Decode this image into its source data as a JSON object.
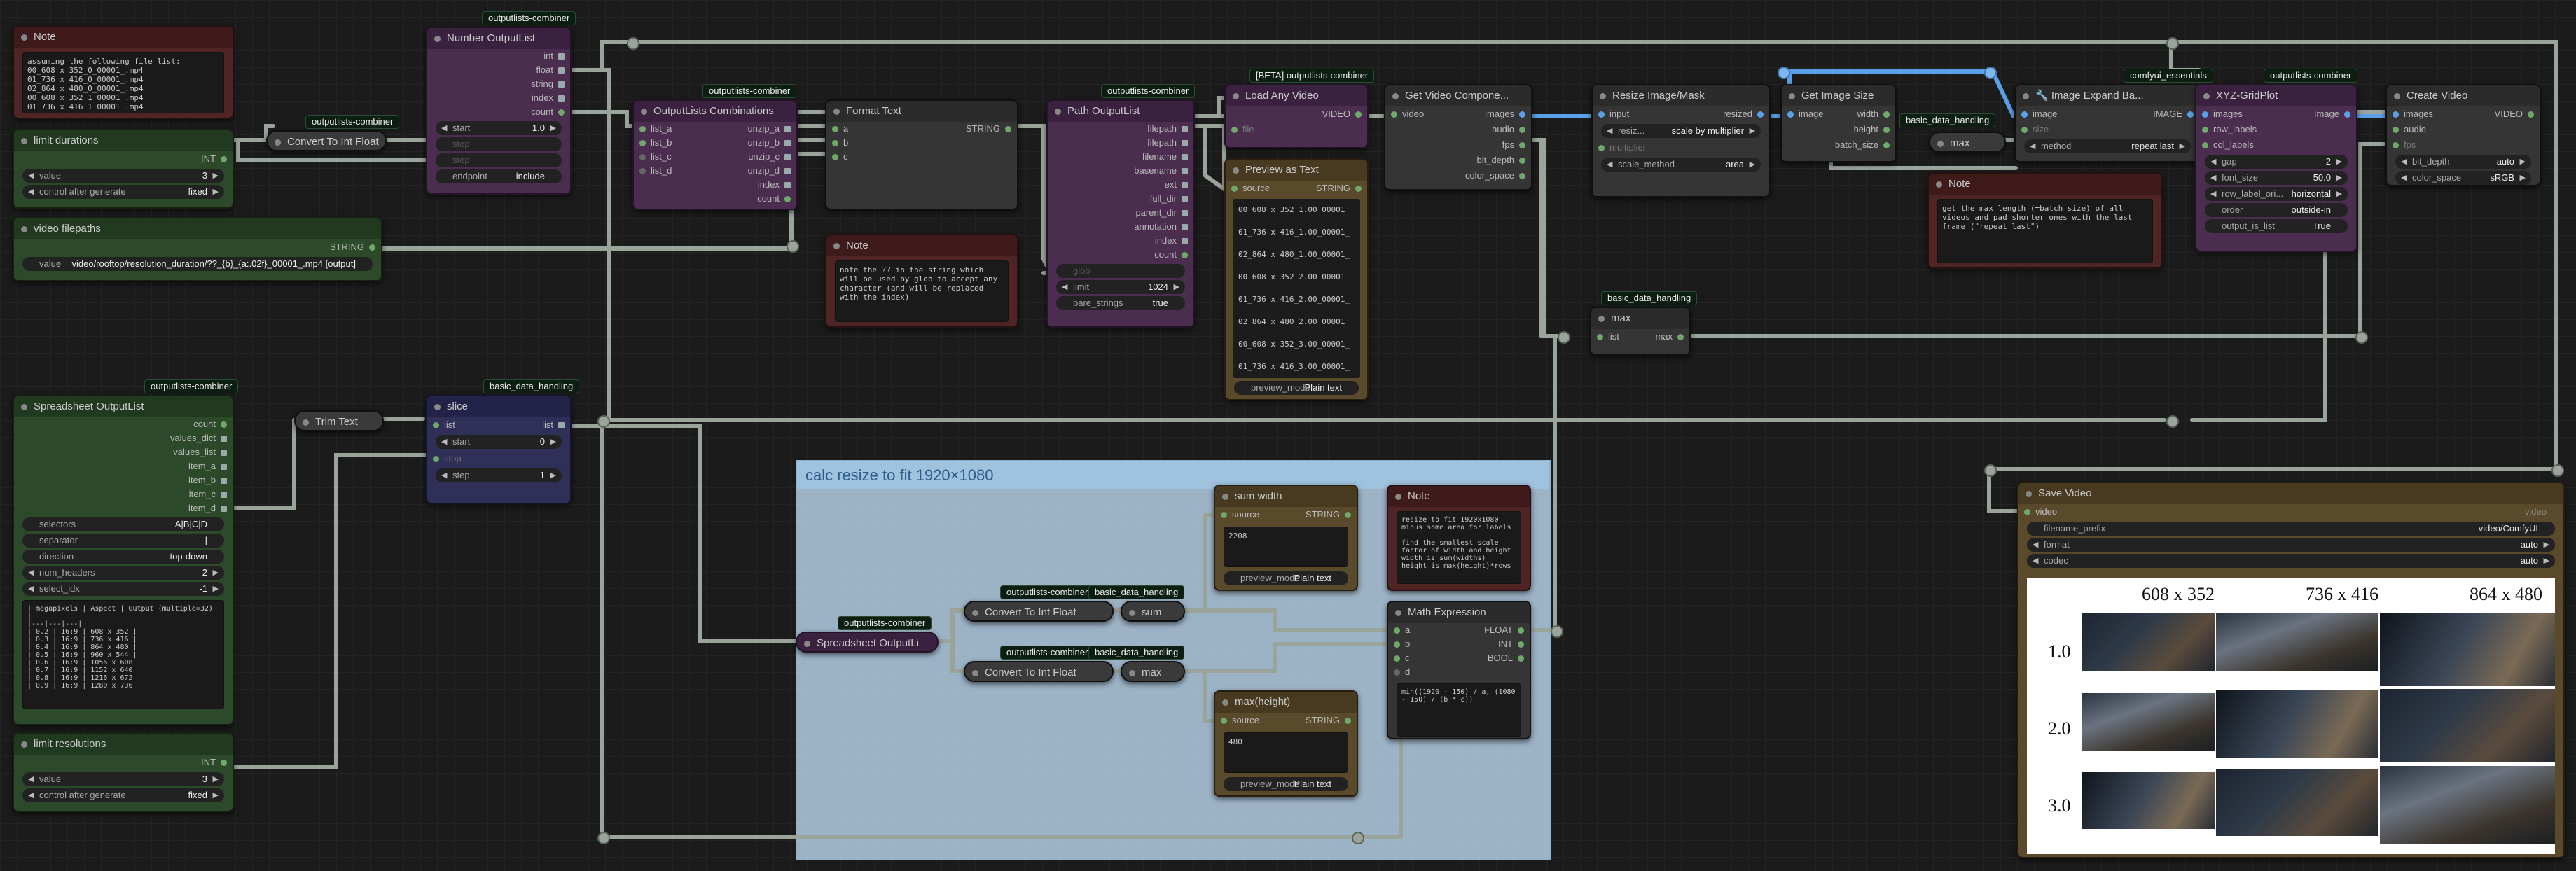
{
  "colors": {
    "wire": "#9aa49a",
    "image_wire": "#5aa0e6",
    "group": "#bad4eb",
    "canvas": "#1b1b1b"
  },
  "note_left": {
    "title": "Note",
    "text": "assuming the following file list:\n00_608 x 352_0_00001_.mp4\n01_736 x 416_0_00001_.mp4\n02_864 x 480_0_00001_.mp4\n00_608 x 352_1_00001_.mp4\n01_736 x 416_1_00001_.mp4"
  },
  "limit_durations": {
    "title": "limit durations",
    "out": "INT",
    "value_label": "value",
    "value": "3",
    "cag_label": "control after generate",
    "cag": "fixed"
  },
  "to_int_float_top": {
    "badge": "outputlists-combiner",
    "title": "Convert To Int Float"
  },
  "number_outputlist": {
    "badge": "outputlists-combiner",
    "title": "Number OutputList",
    "outs": [
      "int",
      "float",
      "string",
      "index",
      "count"
    ],
    "start_label": "start",
    "start": "1.0",
    "stop_label": "stop",
    "step_label": "step",
    "endpoint_label": "endpoint",
    "endpoint": "include"
  },
  "video_filepaths": {
    "title": "video filepaths",
    "out": "STRING",
    "label": "value",
    "value": "video/rooftop/resolution_duration/??_{b}_{a:.02f}_00001_.mp4 [output]"
  },
  "combinations": {
    "badge": "outputlists-combiner",
    "title": "OutputLists Combinations",
    "ins": [
      "list_a",
      "list_b",
      "list_c",
      "list_d"
    ],
    "outs": [
      "unzip_a",
      "unzip_b",
      "unzip_c",
      "unzip_d",
      "index",
      "count"
    ]
  },
  "format_text": {
    "title": "Format Text",
    "ins": [
      "a",
      "b",
      "c"
    ],
    "out": "STRING"
  },
  "note_format": {
    "title": "Note",
    "text": "note the ?? in the string which will be used by glob to accept any character (and will be replaced with the index)"
  },
  "path_outputlist": {
    "badge": "outputlists-combiner",
    "title": "Path OutputList",
    "outs": [
      "filepath",
      "filepath",
      "filename",
      "basename",
      "ext",
      "full_dir",
      "parent_dir",
      "annotation",
      "index",
      "count"
    ],
    "glob_label": "glob",
    "limit_label": "limit",
    "limit": "1024",
    "bare_label": "bare_strings",
    "bare": "true"
  },
  "load_video": {
    "badge": "[BETA] outputlists-combiner",
    "title": "Load Any Video",
    "out": "VIDEO",
    "file_label": "file"
  },
  "preview_text": {
    "title": "Preview as Text",
    "source_label": "source",
    "source_out": "STRING",
    "rows": [
      "00_608 x 352_1.00_00001_",
      "01_736 x 416_1.00_00001_",
      "02_864 x 480_1.00_00001_",
      "00_608 x 352_2.00_00001_",
      "01_736 x 416_2.00_00001_",
      "02_864 x 480_2.00_00001_",
      "00_608 x 352_3.00_00001_",
      "01_736 x 416_3.00_00001_"
    ],
    "mode_label": "preview_mode",
    "mode": "Plain text"
  },
  "get_video": {
    "title": "Get Video Compone...",
    "in": "video",
    "outs": [
      "images",
      "audio",
      "fps",
      "bit_depth",
      "color_space"
    ]
  },
  "resize_image": {
    "title": "Resize Image/Mask",
    "in": "input",
    "out": "resized",
    "resize_label": "resiz...",
    "resize": "scale by multiplier",
    "mult_label": "multiplier",
    "method_label": "scale_method",
    "method": "area"
  },
  "get_image_size": {
    "title": "Get Image Size",
    "in": "image",
    "outs": [
      "width",
      "height",
      "batch_size"
    ]
  },
  "max_top": {
    "badge": "basic_data_handling",
    "title": "max"
  },
  "image_expand": {
    "badge": "comfyui_essentials",
    "title": "🔧 Image Expand Ba...",
    "in": "image",
    "out": "IMAGE",
    "size_label": "size",
    "method_label": "method",
    "method": "repeat last"
  },
  "note_right": {
    "title": "Note",
    "text": "get the max length (=batch size) of all videos and pad shorter ones with the last frame (\"repeat last\")"
  },
  "xyz_grid": {
    "badge": "outputlists-combiner",
    "title": "XYZ-GridPlot",
    "ins": [
      "images",
      "row_labels",
      "col_labels"
    ],
    "out": "Image",
    "gap_label": "gap",
    "gap": "2",
    "font_label": "font_size",
    "font": "50.0",
    "rlo_label": "row_label_ori...",
    "rlo": "horizontal",
    "order_label": "order",
    "order": "outside-in",
    "oil_label": "output_is_list",
    "oil": "True"
  },
  "create_video": {
    "title": "Create Video",
    "ins": [
      "images",
      "audio",
      "fps"
    ],
    "out": "VIDEO",
    "bd_label": "bit_depth",
    "bd": "auto",
    "cs_label": "color_space",
    "cs": "sRGB"
  },
  "max_mid": {
    "badge": "basic_data_handling",
    "title": "max",
    "in": "list",
    "out": "max"
  },
  "spreadsheet": {
    "badge": "outputlists-combiner",
    "title": "Spreadsheet OutputList",
    "outs": [
      "count",
      "values_dict",
      "values_list",
      "item_a",
      "item_b",
      "item_c",
      "item_d"
    ],
    "sel_label": "selectors",
    "sel": "A|B|C|D",
    "sep_label": "separator",
    "sep": "|",
    "dir_label": "direction",
    "dir": "top-down",
    "nh_label": "num_headers",
    "nh": "2",
    "si_label": "select_idx",
    "si": "-1",
    "table": "| megapixels | Aspect | Output (multiple=32) |\n|---|---|---|\n| 0.2 | 16:9 | 608 x 352 |\n| 0.3 | 16:9 | 736 x 416 |\n| 0.4 | 16:9 | 864 x 480 |\n| 0.5 | 16:9 | 960 x 544 |\n| 0.6 | 16:9 | 1056 x 608 |\n| 0.7 | 16:9 | 1152 x 640 |\n| 0.8 | 16:9 | 1216 x 672 |\n| 0.9 | 16:9 | 1280 x 736 |"
  },
  "trim_text": {
    "title": "Trim Text"
  },
  "slice": {
    "badge": "basic_data_handling",
    "title": "slice",
    "in": "list",
    "out": "list",
    "start_label": "start",
    "start": "0",
    "stop_label": "stop",
    "step_label": "step",
    "step": "1"
  },
  "limit_resolutions": {
    "title": "limit resolutions",
    "out": "INT",
    "value_label": "value",
    "value": "3",
    "cag_label": "control after generate",
    "cag": "fixed"
  },
  "group": {
    "title": "calc resize to fit 1920×1080"
  },
  "spreadsheet_small": {
    "badge": "outputlists-combiner",
    "title": "Spreadsheet OutputLi"
  },
  "conv_sum": {
    "badge": "outputlists-combiner",
    "title": "Convert To Int Float"
  },
  "sum": {
    "badge": "basic_data_handling",
    "title": "sum"
  },
  "conv_max": {
    "badge": "outputlists-combiner",
    "title": "Convert To Int Float"
  },
  "max_small": {
    "badge": "basic_data_handling",
    "title": "max"
  },
  "sum_width": {
    "title": "sum width",
    "source_label": "source",
    "source_out": "STRING",
    "value": "2208",
    "mode_label": "preview_mode",
    "mode": "Plain text"
  },
  "max_height": {
    "title": "max(height)",
    "source_label": "source",
    "source_out": "STRING",
    "value": "480",
    "mode_label": "preview_mode",
    "mode": "Plain text"
  },
  "note_group": {
    "title": "Note",
    "text": "resize to fit 1920x1080 minus some area for labels\n\nfind the smallest scale factor of width and height\nwidth is sum(widths)\nheight is max(height)*rows"
  },
  "math_expr": {
    "title": "Math Expression",
    "ins": [
      "a",
      "b",
      "c",
      "d"
    ],
    "outs": [
      "FLOAT",
      "INT",
      "BOOL"
    ],
    "expr": "min((1920 - 150) / a, (1080 - 150) / (b * c))"
  },
  "save_video": {
    "title": "Save Video",
    "in": "video",
    "in_right": "video",
    "prefix_label": "filename_prefix",
    "prefix": "video/ComfyUI",
    "format_label": "format",
    "format": "auto",
    "codec_label": "codec",
    "codec": "auto",
    "cols": [
      "608 x 352",
      "736 x 416",
      "864 x 480"
    ],
    "rows": [
      "1.0",
      "2.0",
      "3.0"
    ]
  }
}
